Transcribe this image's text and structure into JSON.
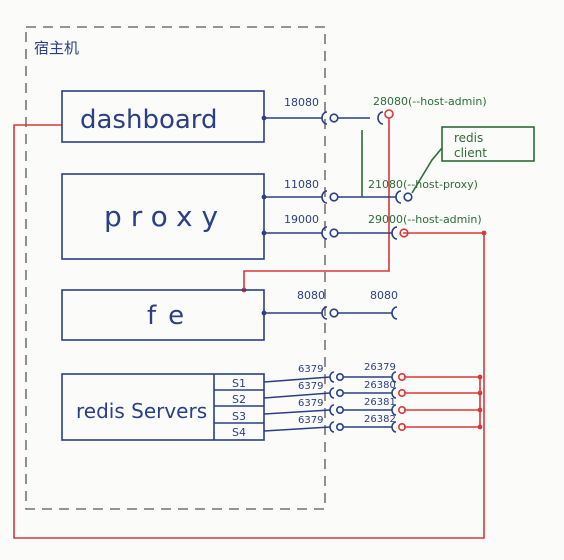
{
  "host": {
    "label": "宿主机"
  },
  "components": {
    "dashboard": "dashboard",
    "proxy": "proxy",
    "fe": "fe",
    "redis_servers": "redis Servers",
    "redis_client": [
      "redis",
      "client"
    ]
  },
  "slots": [
    "S1",
    "S2",
    "S3",
    "S4"
  ],
  "ports": {
    "dashboard_inner": "18080",
    "dashboard_outer": "28080(--host-admin)",
    "proxy_inner_1": "11080",
    "proxy_outer_1": "21080(--host-proxy)",
    "proxy_inner_2": "19000",
    "proxy_outer_2": "29000(--host-admin)",
    "fe_inner": "8080",
    "fe_outer": "8080",
    "redis_inner": [
      "6379",
      "6379",
      "6379",
      "6379"
    ],
    "redis_outer": [
      "26379",
      "26380",
      "26381",
      "26382"
    ]
  },
  "colors": {
    "ink_blue": "#2b3f86",
    "ink_green": "#2e6b3a",
    "ink_red": "#d9383a",
    "dashed_border": "#55575f"
  }
}
